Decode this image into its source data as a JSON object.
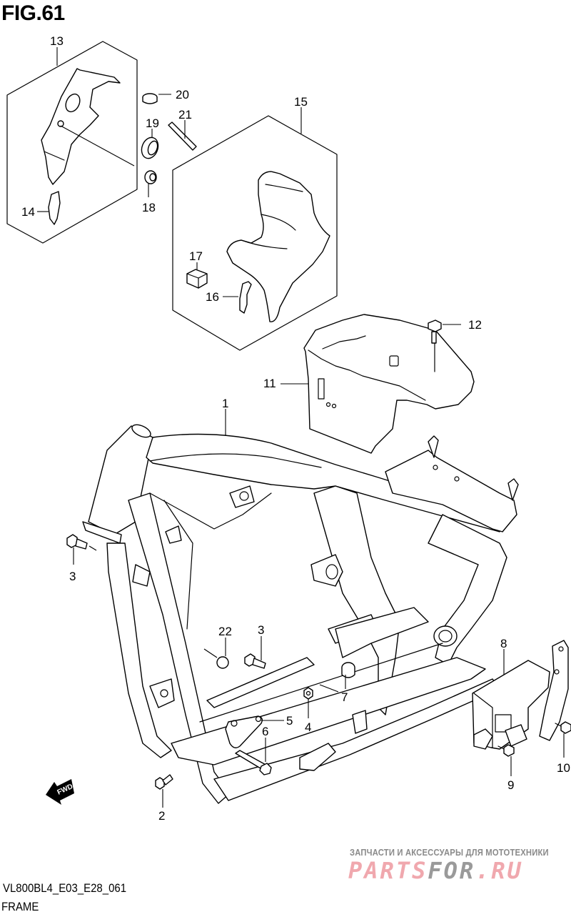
{
  "figure": {
    "title": "FIG.61",
    "model_code": "VL800BL4_E03_E28_061",
    "section_name": "FRAME"
  },
  "callouts": [
    {
      "id": "1",
      "label": "1"
    },
    {
      "id": "2",
      "label": "2"
    },
    {
      "id": "3a",
      "label": "3"
    },
    {
      "id": "3b",
      "label": "3"
    },
    {
      "id": "4",
      "label": "4"
    },
    {
      "id": "5",
      "label": "5"
    },
    {
      "id": "6",
      "label": "6"
    },
    {
      "id": "7",
      "label": "7"
    },
    {
      "id": "8",
      "label": "8"
    },
    {
      "id": "9",
      "label": "9"
    },
    {
      "id": "10",
      "label": "10"
    },
    {
      "id": "11",
      "label": "11"
    },
    {
      "id": "12",
      "label": "12"
    },
    {
      "id": "13",
      "label": "13"
    },
    {
      "id": "14",
      "label": "14"
    },
    {
      "id": "15",
      "label": "15"
    },
    {
      "id": "16",
      "label": "16"
    },
    {
      "id": "17",
      "label": "17"
    },
    {
      "id": "18",
      "label": "18"
    },
    {
      "id": "19",
      "label": "19"
    },
    {
      "id": "20",
      "label": "20"
    },
    {
      "id": "21",
      "label": "21"
    },
    {
      "id": "22",
      "label": "22"
    }
  ],
  "direction_badge": {
    "label": "FWD"
  },
  "watermark": {
    "subtitle": "ЗАПЧАСТИ И АКСЕССУАРЫ ДЛЯ МОТОТЕХНИКИ",
    "brand_part1": "PARTS",
    "brand_part2": "FOR",
    "brand_part3": ".RU",
    "color_primary": "#f0a8ae",
    "color_secondary": "#9a9a9a"
  }
}
